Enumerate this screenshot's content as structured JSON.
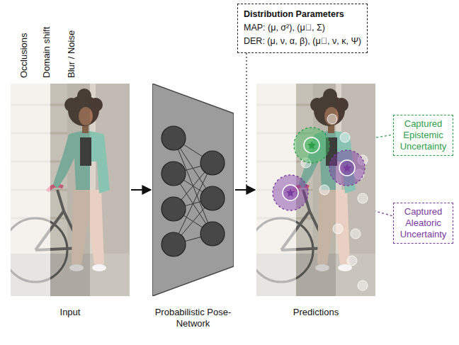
{
  "diagram": {
    "nodes": [
      {
        "text": [
          "Input"
        ]
      },
      {
        "text": [
          "Probabilistic Pose-Network"
        ]
      },
      {
        "text": [
          "Predictions"
        ]
      },
      {
        "text": [
          "Distribution Parameters",
          "MAP: (μ, σ²), (μ⃗, Σ)",
          "DER: (μ, ν, α, β), (μ⃗, ν, κ, Ψ)"
        ]
      },
      {
        "text": [
          "Captured Epistemic Uncertainty"
        ]
      },
      {
        "text": [
          "Captured Aleatoric Uncertainty"
        ]
      }
    ],
    "edges": [
      {
        "from": 0,
        "to": 1,
        "arrow": "to"
      },
      {
        "from": 1,
        "to": 2,
        "arrow": "to"
      }
    ],
    "labels": [
      "Occlusions",
      "Domain shift",
      "Blur / Noise"
    ]
  }
}
